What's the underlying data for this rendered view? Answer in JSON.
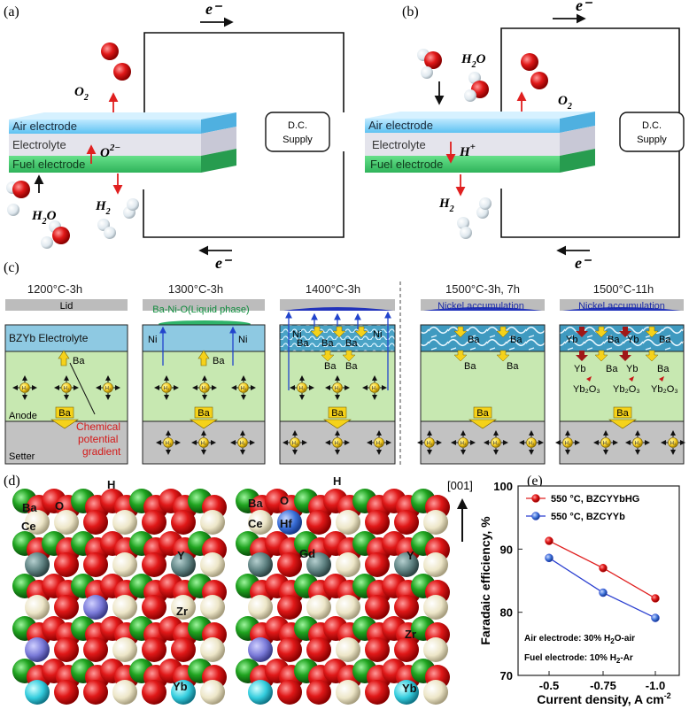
{
  "panel_a": {
    "label": "(a)",
    "electron_top": "e⁻",
    "electron_bottom": "e⁻",
    "o2": "O",
    "o2_sub": "2",
    "h2o": "H",
    "h2o_sub": "2",
    "h2o_o": "O",
    "h2": "H",
    "h2_sub": "2",
    "ion": "O",
    "ion_sup": "2−",
    "layers": [
      "Air electrode",
      "Electrolyte",
      "Fuel electrode"
    ],
    "supply": [
      "D.C.",
      "Supply"
    ]
  },
  "panel_b": {
    "label": "(b)",
    "electron_top": "e⁻",
    "electron_bottom": "e⁻",
    "o2": "O",
    "o2_sub": "2",
    "h2o": "H",
    "h2o_sub": "2",
    "h2o_o": "O",
    "h2": "H",
    "h2_sub": "2",
    "ion": "H",
    "ion_sup": "+",
    "layers": [
      "Air electrode",
      "Electrolyte",
      "Fuel electrode"
    ],
    "supply": [
      "D.C.",
      "Supply"
    ]
  },
  "panel_c": {
    "label": "(c)",
    "conditions": [
      "1200°C-3h",
      "1300°C-3h",
      "1400°C-3h",
      "1500°C-3h, 7h",
      "1500°C-11h"
    ],
    "lid": "Lid",
    "liquid_phase": "Ba-Ni-O(Liquid phase)",
    "nickel": "Nickel accumulation",
    "electrolyte": "BZYb Electrolyte",
    "anode": "Anode",
    "setter": "Setter",
    "ba": "Ba",
    "ni": "Ni",
    "yb": "Yb",
    "yb2o3": "Yb₂O₃",
    "ion_icon": "H₂",
    "chem_potential": [
      "Chemical",
      "potential",
      "gradient"
    ]
  },
  "panel_d": {
    "label": "(d)",
    "direction": "[001]",
    "left_atoms": [
      "H",
      "Ba",
      "O",
      "Ce",
      "Y",
      "Zr",
      "Yb"
    ],
    "right_atoms": [
      "H",
      "Ba",
      "O",
      "Ce",
      "Hf",
      "Gd",
      "Y",
      "Zr",
      "Yb"
    ]
  },
  "panel_e": {
    "label": "(e)",
    "colors": {
      "red": "#e02020",
      "blue": "#2a3fd0"
    },
    "chart_data": {
      "type": "line",
      "x": [
        -0.5,
        -0.75,
        -1.0
      ],
      "x_ticks": [
        "-0.5",
        "-0.75",
        "-1.0"
      ],
      "series": [
        {
          "name": "550 °C, BZCYYbHG",
          "values": [
            91.3,
            87.0,
            82.2
          ]
        },
        {
          "name": "550 °C, BZCYYb",
          "values": [
            88.6,
            83.1,
            79.1
          ]
        }
      ],
      "y_ticks": [
        "70",
        "80",
        "90",
        "100"
      ],
      "ylim": [
        70,
        100
      ],
      "xlabel": "Current density, A cm",
      "xlabel_sup": "-2",
      "ylabel": "Faradaic efficiency, %",
      "note1": "Air electrode: 30% H",
      "note1_sub": "2",
      "note1_end": "O-air",
      "note2": "Fuel electrode: 10% H",
      "note2_sub": "2",
      "note2_end": "-Ar"
    }
  }
}
